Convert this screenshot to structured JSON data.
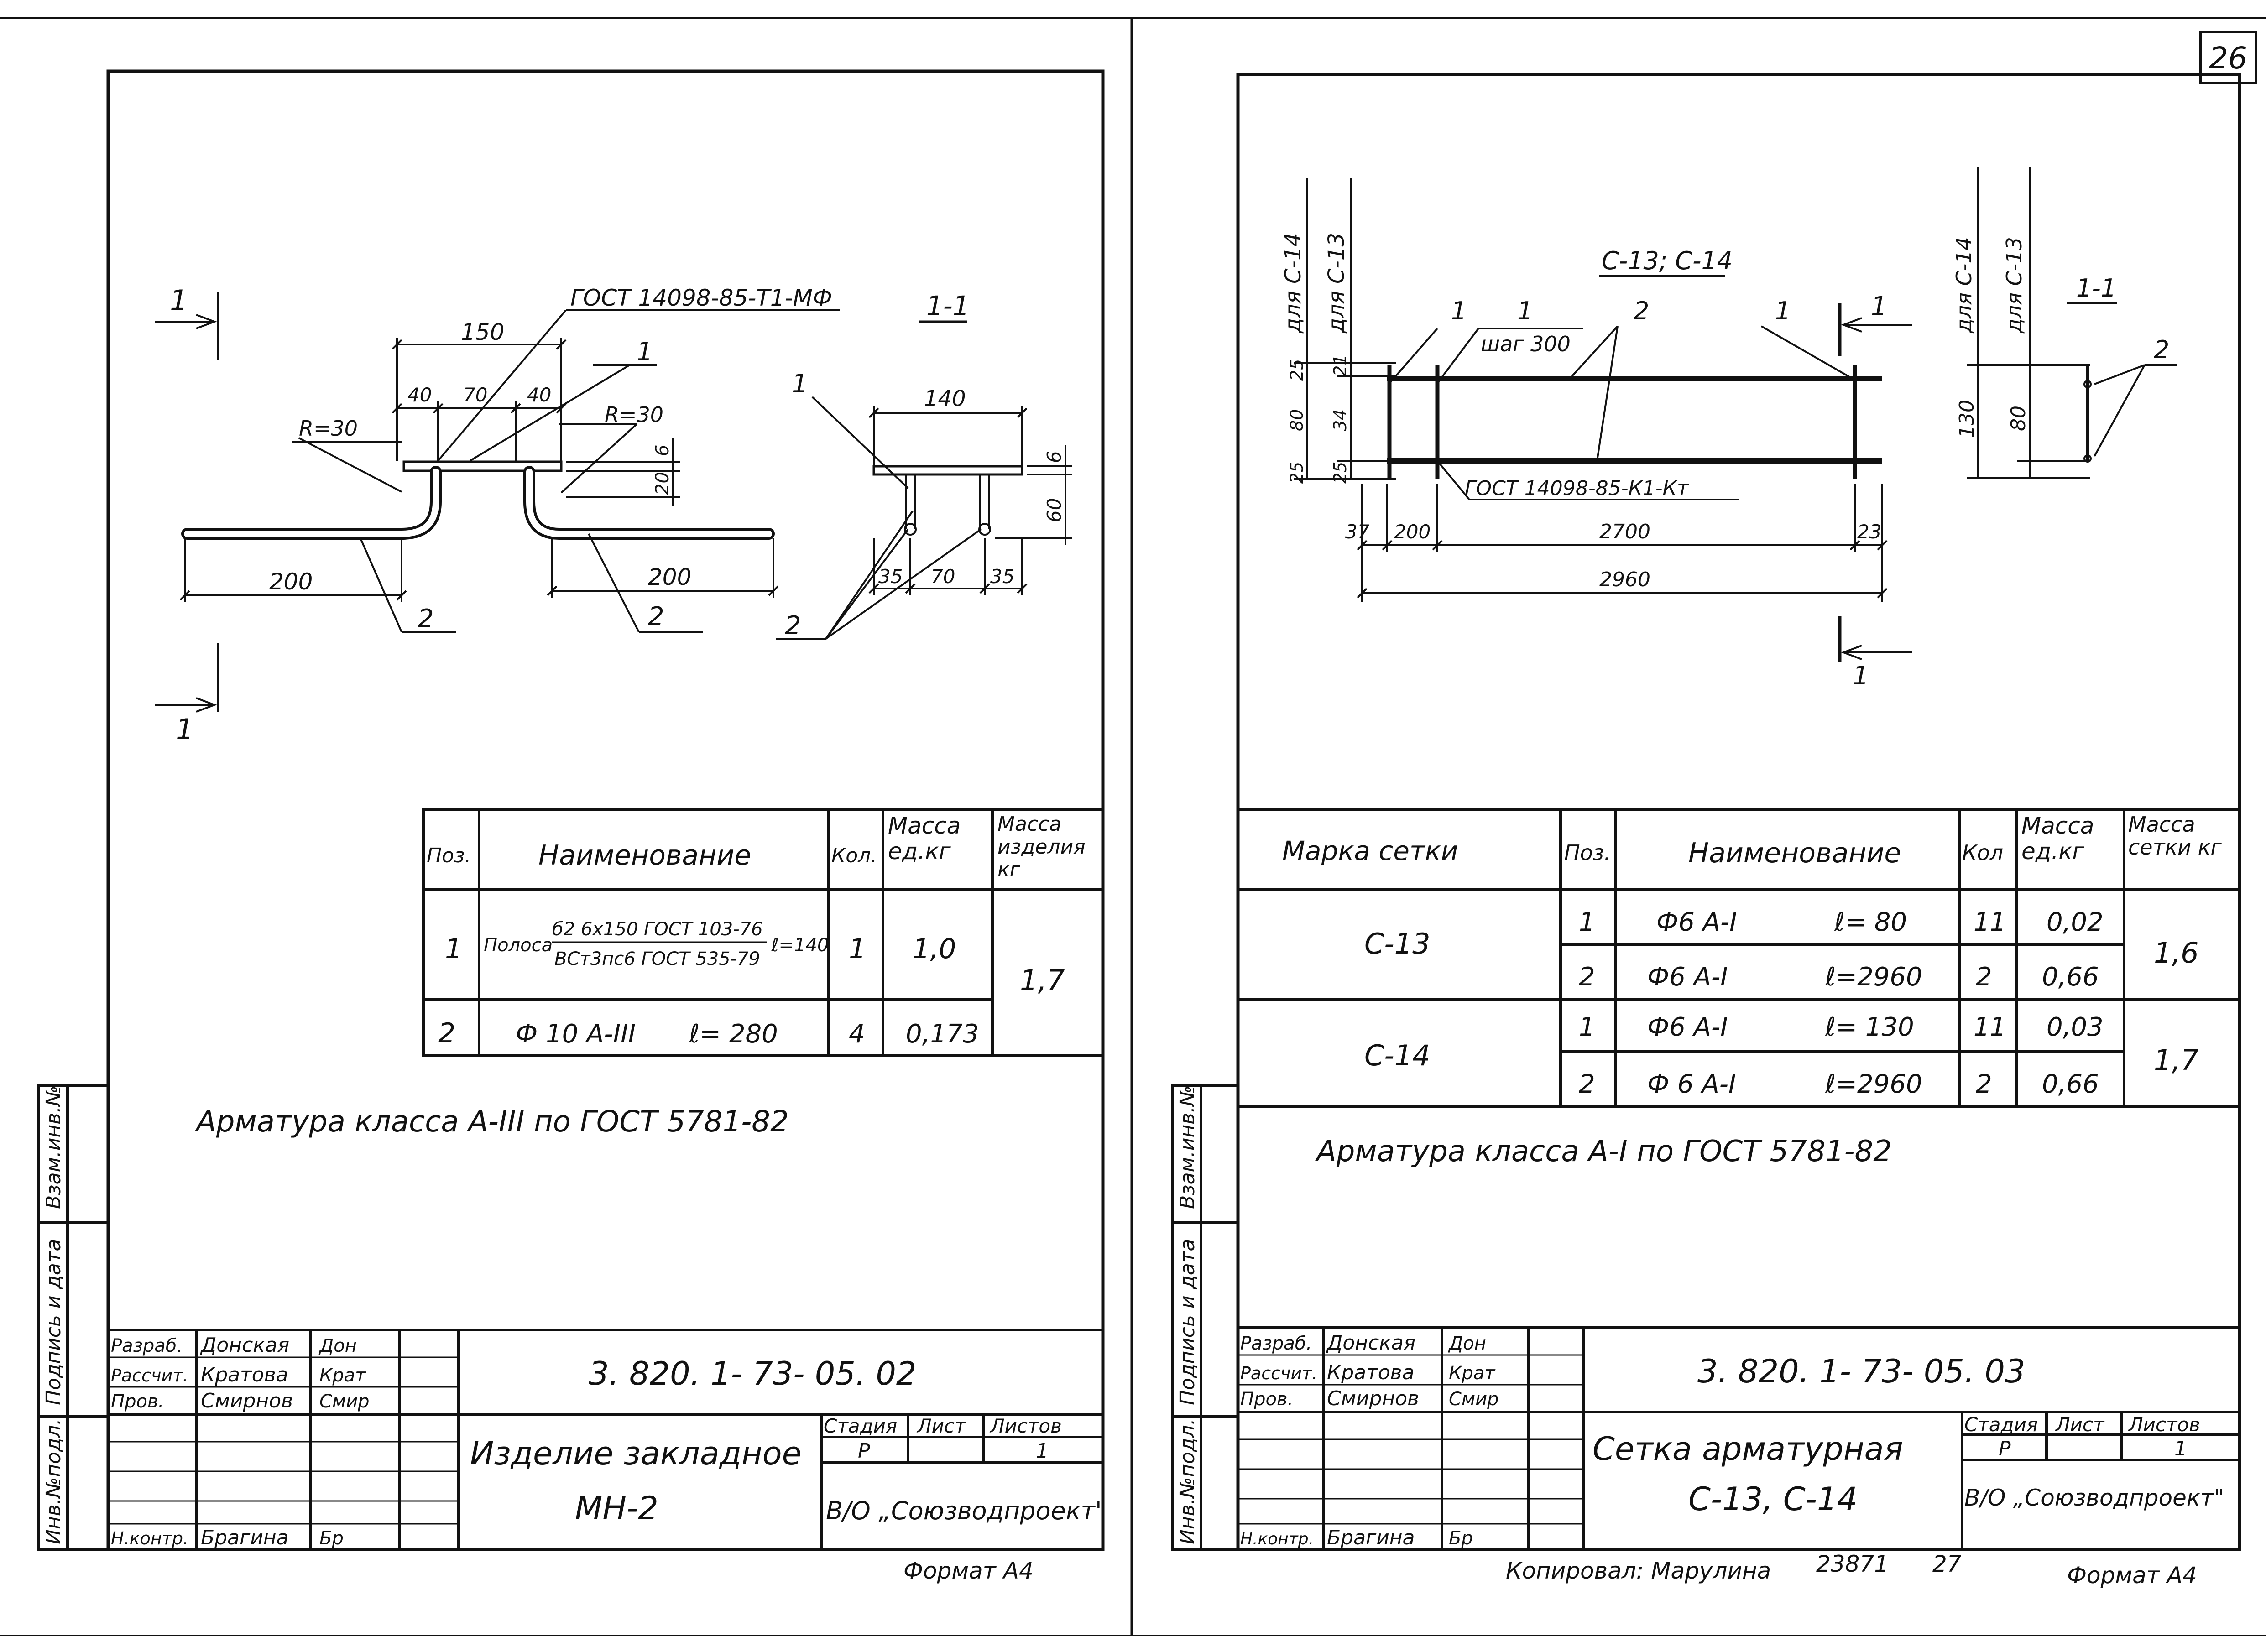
{
  "page_number": "26",
  "left_sheet": {
    "drawing": {
      "section_label": "1-1",
      "section_mark": "1",
      "gost_plate": "ГОСТ 14098-85-Т1-МФ",
      "dims": {
        "d150": "150",
        "d40a": "40",
        "d70": "70",
        "d40b": "40",
        "r_left": "R=30",
        "r_right": "R=30",
        "d200_left": "200",
        "d200_right": "200",
        "d6": "6",
        "d20": "20",
        "d140": "140",
        "d60": "60",
        "d6_side": "6",
        "d35a": "35",
        "d70_side": "70",
        "d35b": "35"
      },
      "callouts": {
        "pos1": "1",
        "pos1_side": "1",
        "pos2_left": "2",
        "pos2_right": "2",
        "pos2_side": "2"
      }
    },
    "spec": {
      "headers": {
        "pos": "Поз.",
        "name": "Наименование",
        "qty": "Кол.",
        "mass_unit": "Масса ед.кг",
        "mass_item": "Масса изделия кг"
      },
      "rows": [
        {
          "pos": "1",
          "name_main": "Полоса",
          "frac_top": "б2 6х150 ГОСТ 103-76",
          "frac_bottom": "ВСт3пс6 ГОСТ 535-79",
          "len": "ℓ=140",
          "qty": "1",
          "mass": "1,0"
        },
        {
          "pos": "2",
          "name_main": "Ф 10 А-III",
          "len": "ℓ= 280",
          "qty": "4",
          "mass": "0,173"
        }
      ],
      "total_mass": "1,7"
    },
    "note": "Арматура класса А-III по ГОСТ 5781-82",
    "title_block": {
      "roles": [
        "Разраб.",
        "Рассчит.",
        "Пров.",
        "",
        "",
        "Н.контр."
      ],
      "names": [
        "Донская",
        "Кратова",
        "Смирнов",
        "",
        "",
        "Брагина"
      ],
      "signatures": [
        "Дон",
        "Крат",
        "Смир",
        "",
        "",
        "Бр"
      ],
      "code": "3. 820. 1- 73- 05. 02",
      "title_line1": "Изделие закладное",
      "title_line2": "МН-2",
      "stage_h": "Стадия",
      "sheet_h": "Лист",
      "sheets_h": "Листов",
      "stage": "Р",
      "sheet": "",
      "sheets": "1",
      "org": "В/О „Союзводпроект\""
    },
    "side_stamp": [
      "Взам.инв.№",
      "Подпись и дата",
      "Инв.№подл."
    ],
    "format": "Формат А4"
  },
  "right_sheet": {
    "drawing": {
      "plan_title": "С-13; С-14",
      "section_label": "1-1",
      "section_mark": "1",
      "step": "шаг 300",
      "gost_mesh": "ГОСТ 14098-85-К1-Кт",
      "for_c14": "для С-14",
      "for_c13": "для С-13",
      "dims": {
        "v25a": "25",
        "v80": "80",
        "v25b": "25",
        "v21": "21",
        "v34": "34",
        "v25c": "25",
        "d37": "37",
        "d200": "200",
        "d2700": "2700",
        "d23": "23",
        "d2960": "2960",
        "s130": "130",
        "s80": "80"
      },
      "callouts": {
        "p1a": "1",
        "p1b": "1",
        "p2": "2",
        "p1c": "1",
        "p2_side": "2"
      }
    },
    "spec": {
      "headers": {
        "mark": "Марка сетки",
        "pos": "Поз.",
        "name": "Наименование",
        "qty": "Кол",
        "mass_unit": "Масса ед.кг",
        "mass_mesh": "Масса сетки кг"
      },
      "groups": [
        {
          "mark": "С-13",
          "total": "1,6",
          "rows": [
            {
              "pos": "1",
              "name": "Ф6 А-I",
              "len": "ℓ= 80",
              "qty": "11",
              "mass": "0,02"
            },
            {
              "pos": "2",
              "name": "Ф6 А-I",
              "len": "ℓ=2960",
              "qty": "2",
              "mass": "0,66"
            }
          ]
        },
        {
          "mark": "С-14",
          "total": "1,7",
          "rows": [
            {
              "pos": "1",
              "name": "Ф6 А-I",
              "len": "ℓ= 130",
              "qty": "11",
              "mass": "0,03"
            },
            {
              "pos": "2",
              "name": "Ф 6 А-I",
              "len": "ℓ=2960",
              "qty": "2",
              "mass": "0,66"
            }
          ]
        }
      ]
    },
    "note": "Арматура класса А-I по ГОСТ 5781-82",
    "title_block": {
      "roles": [
        "Разраб.",
        "Рассчит.",
        "Пров.",
        "",
        "",
        "Н.контр."
      ],
      "names": [
        "Донская",
        "Кратова",
        "Смирнов",
        "",
        "",
        "Брагина"
      ],
      "signatures": [
        "Дон",
        "Крат",
        "Смир",
        "",
        "",
        "Бр"
      ],
      "code": "3. 820. 1- 73- 05. 03",
      "title_line1": "Сетка арматурная",
      "title_line2": "С-13, С-14",
      "stage_h": "Стадия",
      "sheet_h": "Лист",
      "sheets_h": "Листов",
      "stage": "Р",
      "sheet": "",
      "sheets": "1",
      "org": "В/О „Союзводпроект\""
    },
    "side_stamp": [
      "Взам.инв.№",
      "Подпись и дата",
      "Инв.№подл."
    ],
    "copied_by": "Копировал: Марулина",
    "archive_no": "23871",
    "archive_sheet": "27",
    "format": "Формат А4"
  }
}
